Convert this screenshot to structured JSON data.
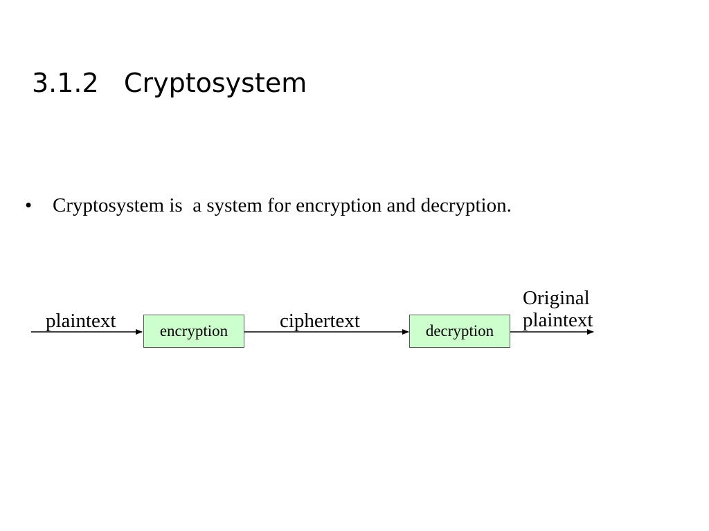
{
  "slide": {
    "title": "3.1.2   Cryptosystem",
    "bullet": {
      "marker": "•",
      "text": "Cryptosystem is  a system for encryption and decryption."
    }
  },
  "diagram": {
    "input_label": "plaintext",
    "encrypt_box": "encryption",
    "middle_label": "ciphertext",
    "decrypt_box": "decryption",
    "output_label_line1": "Original",
    "output_label_line2": "plaintext",
    "box_fill": "#ccffcc"
  }
}
